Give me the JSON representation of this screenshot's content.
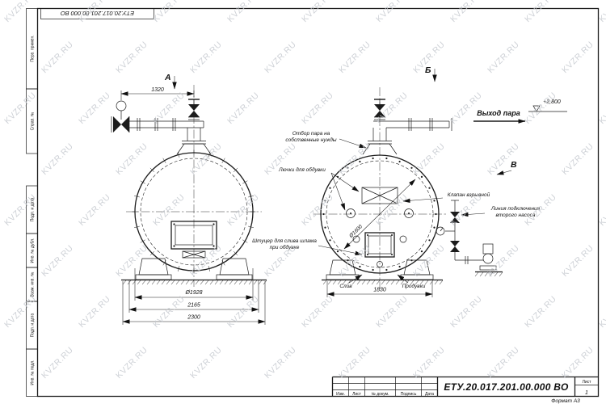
{
  "watermark": {
    "text": "KVZR.RU",
    "color": "#c6cad0"
  },
  "frame": {
    "designation_top": "ЕТУ.20.017.201.00.000  ВО",
    "margin_labels": [
      "Перв. примен.",
      "Справ. №",
      "Подп. и дата",
      "Инв. № дубл.",
      "Взам. инв. №",
      "Подп. и дата",
      "Инв. № подл."
    ]
  },
  "title_block": {
    "designation": "ЕТУ.20.017.201.00.000  ВО",
    "columns": [
      "Изм.",
      "Лист",
      "№ докум.",
      "Подпись",
      "Дата"
    ],
    "sheet_label": "Лист",
    "sheet_number": "1",
    "format_label": "Формат А3"
  },
  "views": {
    "a": "А",
    "b": "Б",
    "v": "В"
  },
  "dims": {
    "d1320": "1320",
    "d1928": "Ø1928",
    "d2165": "2165",
    "d2300": "2300",
    "d1830": "1830",
    "d1600": "Ø1600"
  },
  "labels": {
    "steam_outlet": "Выход пара",
    "elevation": "+2,800",
    "own_needs_1": "Отбор пара на",
    "own_needs_2": "собственные нужды",
    "hatches": "Лючки для обдувки",
    "explosion": "Клапан взрывной",
    "pump_line_1": "Линия подключения",
    "pump_line_2": "второго насоса",
    "sludge_1": "Штуцер для слива шлама",
    "sludge_2": "при обдувке",
    "drain": "Слив",
    "blowdown": "Продувки"
  }
}
